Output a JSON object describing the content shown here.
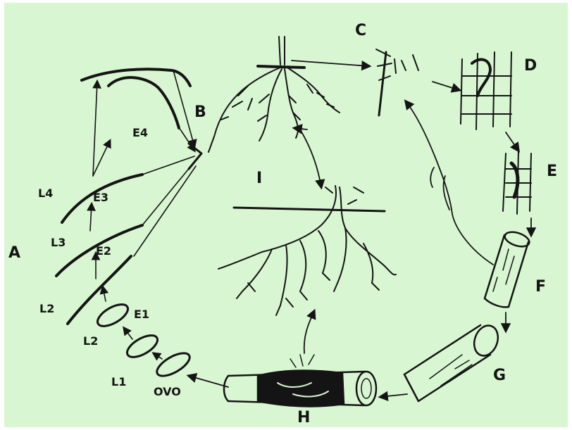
{
  "colors": {
    "background": "#d9f6d2",
    "ink": "#141414"
  },
  "stage_labels": {
    "A": "A",
    "B": "B",
    "C": "C",
    "D": "D",
    "E": "E",
    "F": "F",
    "G": "G",
    "H": "H",
    "I": "I"
  },
  "small_labels": {
    "e1": "E1",
    "e2": "E2",
    "e3": "E3",
    "e4": "E4",
    "l1": "L1",
    "l2a": "L2",
    "l2b": "L2",
    "l3": "L3",
    "l4": "L4",
    "ovo": "OVO"
  }
}
